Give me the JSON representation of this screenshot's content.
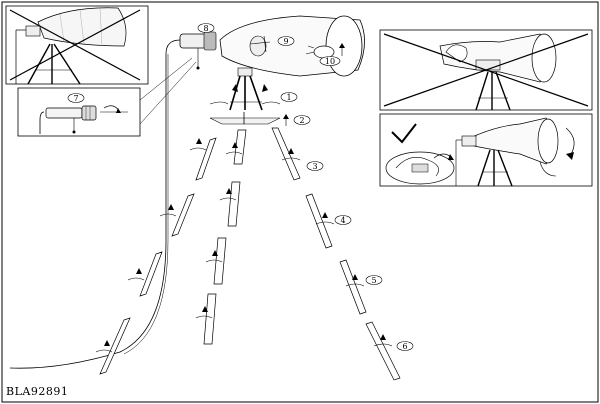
{
  "document": {
    "code": "BLA92891"
  },
  "steps": {
    "s1": "1",
    "s2": "2",
    "s3": "3",
    "s4": "4",
    "s5": "5",
    "s6": "6",
    "s7": "7",
    "s8": "8",
    "s9": "9",
    "s10": "10"
  },
  "icons": {
    "correct": "check-mark-icon",
    "wrong": "cross-out-icon"
  }
}
